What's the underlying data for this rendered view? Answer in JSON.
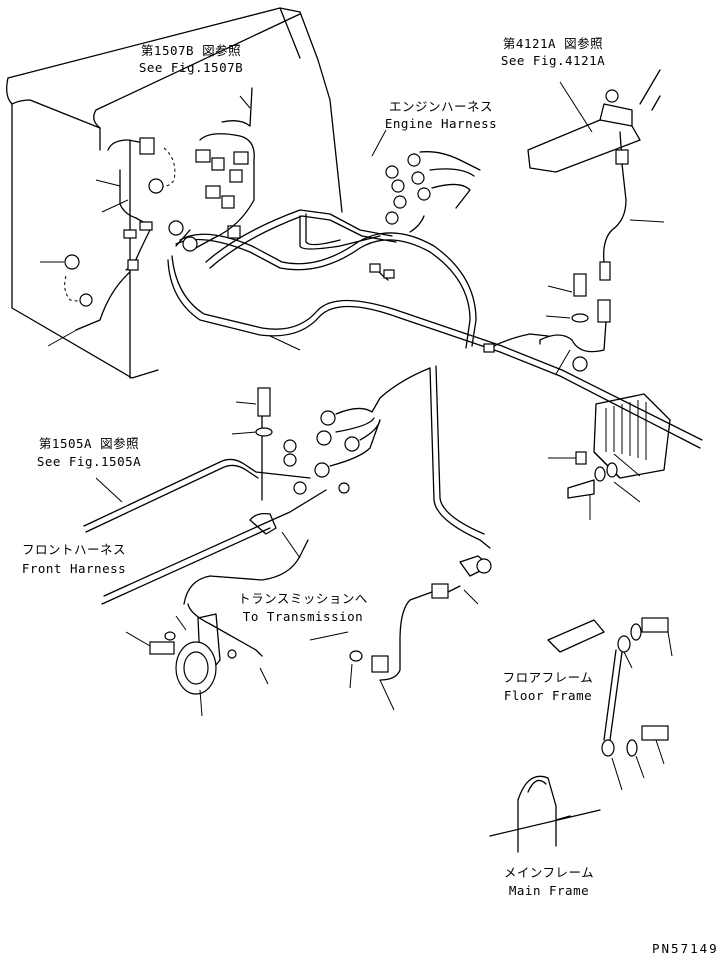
{
  "diagram": {
    "labels": {
      "ref_1507b_jp": "第1507B 図参照",
      "ref_1507b_en": "See Fig.1507B",
      "ref_4121a_jp": "第4121A 図参照",
      "ref_4121a_en": "See Fig.4121A",
      "engine_harness_jp": "エンジンハーネス",
      "engine_harness_en": "Engine Harness",
      "ref_1505a_jp": "第1505A 図参照",
      "ref_1505a_en": "See Fig.1505A",
      "front_harness_jp": "フロントハーネス",
      "front_harness_en": "Front Harness",
      "to_transmission_jp": "トランスミッションへ",
      "to_transmission_en": "To Transmission",
      "floor_frame_jp": "フロアフレーム",
      "floor_frame_en": "Floor Frame",
      "main_frame_jp": "メインフレーム",
      "main_frame_en": "Main Frame",
      "drawing_number": "PN57149"
    }
  }
}
